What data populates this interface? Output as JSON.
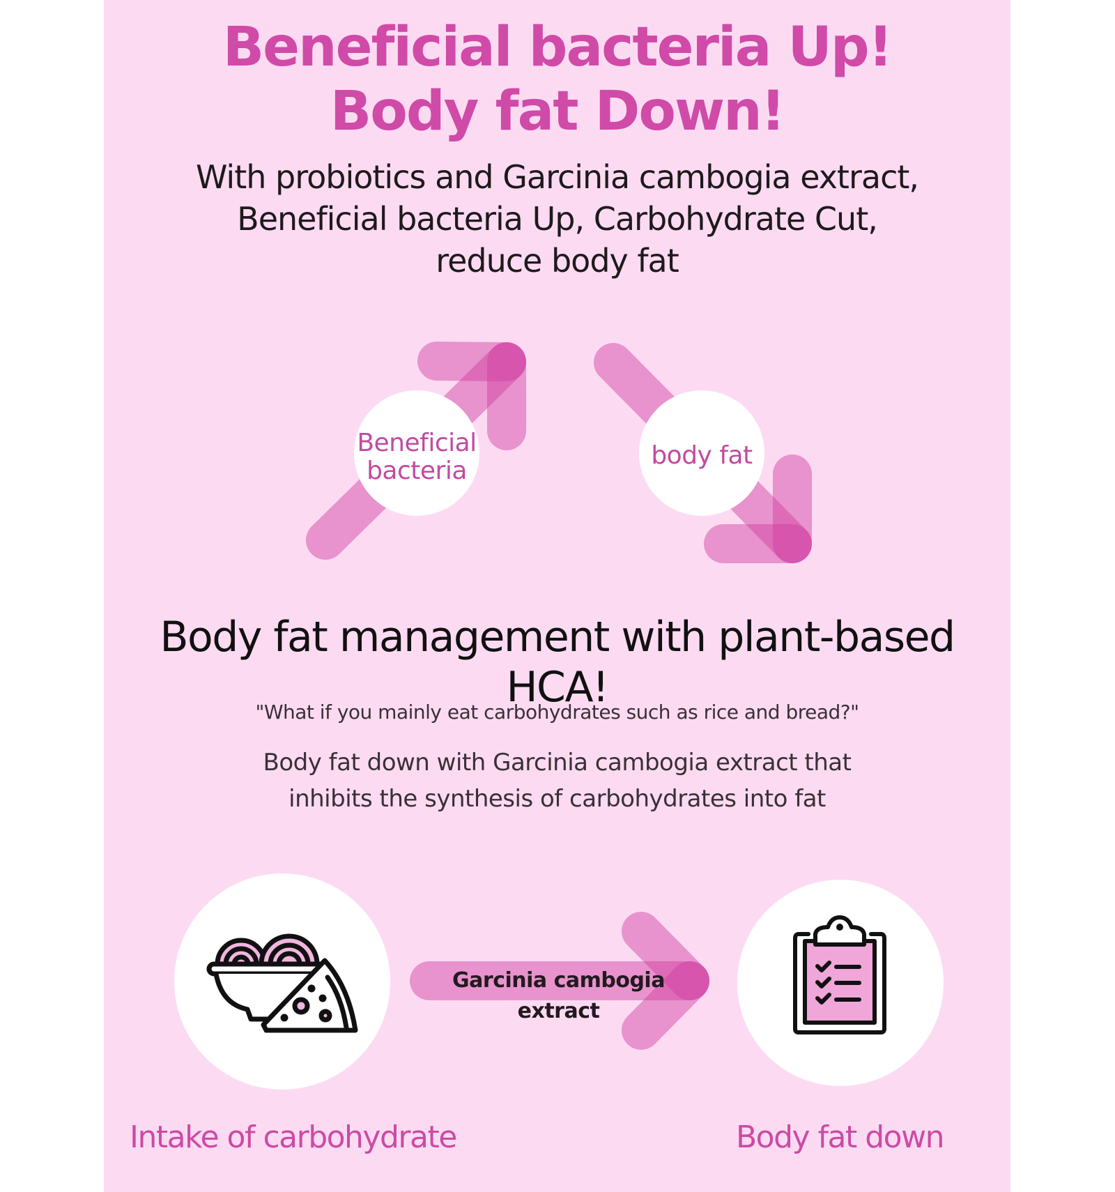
{
  "headline": {
    "line1": "Beneficial bacteria Up!",
    "line2": "Body fat Down!"
  },
  "subtitle": {
    "line1": "With probiotics and Garcinia cambogia extract,",
    "line2": "Beneficial bacteria Up, Carbohydrate Cut,",
    "line3": "reduce body fat"
  },
  "trend_badges": {
    "up": {
      "line1": "Beneficial",
      "line2": "bacteria",
      "icon": "arrow-up-right-icon"
    },
    "down": {
      "label": "body fat",
      "icon": "arrow-down-right-icon"
    }
  },
  "section_heading": "Body fat management with plant-based HCA!",
  "question": "\"What if you mainly eat carbohydrates such as rice and bread?\"",
  "explanation": {
    "line1": "Body fat down with Garcinia cambogia extract that",
    "line2": "inhibits the synthesis of carbohydrates into fat"
  },
  "flow": {
    "start_label": "Intake of carbohydrate",
    "start_icon": "pasta-pizza-icon",
    "arrow_label": "Garcinia cambogia extract",
    "arrow_icon": "arrow-right-icon",
    "end_label": "Body fat down",
    "end_icon": "clipboard-checklist-icon"
  },
  "colors": {
    "background": "#fcdbf2",
    "accent": "#d04aa8",
    "arrow": "#d03ca0",
    "text_dark": "#1e1a1c",
    "icon_fill": "#f0a6d8"
  }
}
